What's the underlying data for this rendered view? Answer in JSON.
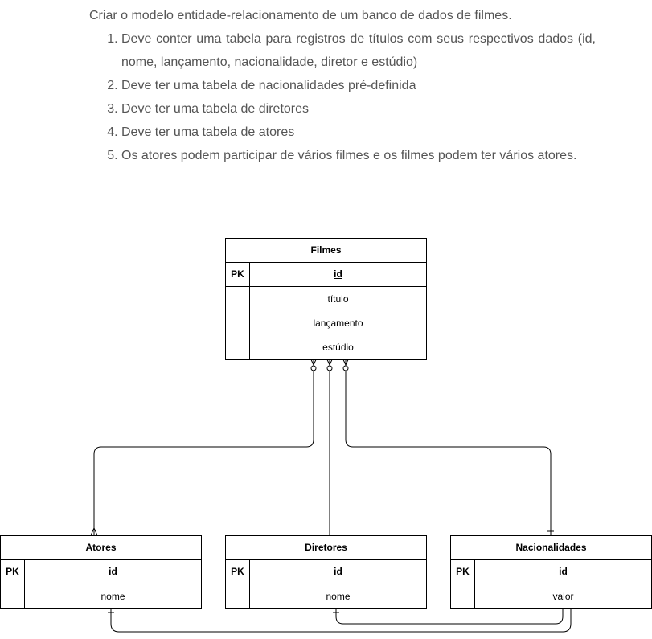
{
  "intro": {
    "text": "Criar o modelo entidade-relacionamento de um banco de dados de filmes.",
    "requirements": [
      "Deve conter uma tabela para registros de títulos com seus respectivos dados (id, nome, lançamento, nacionalidade, diretor e estúdio)",
      "Deve ter uma tabela de nacionalidades pré-definida",
      "Deve ter uma tabela de diretores",
      "Deve ter uma tabela de atores",
      "Os atores podem participar de vários filmes e os filmes podem ter vários atores."
    ]
  },
  "tables": {
    "filmes": {
      "title": "Filmes",
      "pk_label": "PK",
      "pk_field": "id",
      "fields": [
        "título",
        "lançamento",
        "estúdio"
      ]
    },
    "atores": {
      "title": "Atores",
      "pk_label": "PK",
      "pk_field": "id",
      "fields": [
        "nome"
      ]
    },
    "diretores": {
      "title": "Diretores",
      "pk_label": "PK",
      "pk_field": "id",
      "fields": [
        "nome"
      ]
    },
    "nacionalidades": {
      "title": "Nacionalidades",
      "pk_label": "PK",
      "pk_field": "id",
      "fields": [
        "valor"
      ]
    }
  }
}
